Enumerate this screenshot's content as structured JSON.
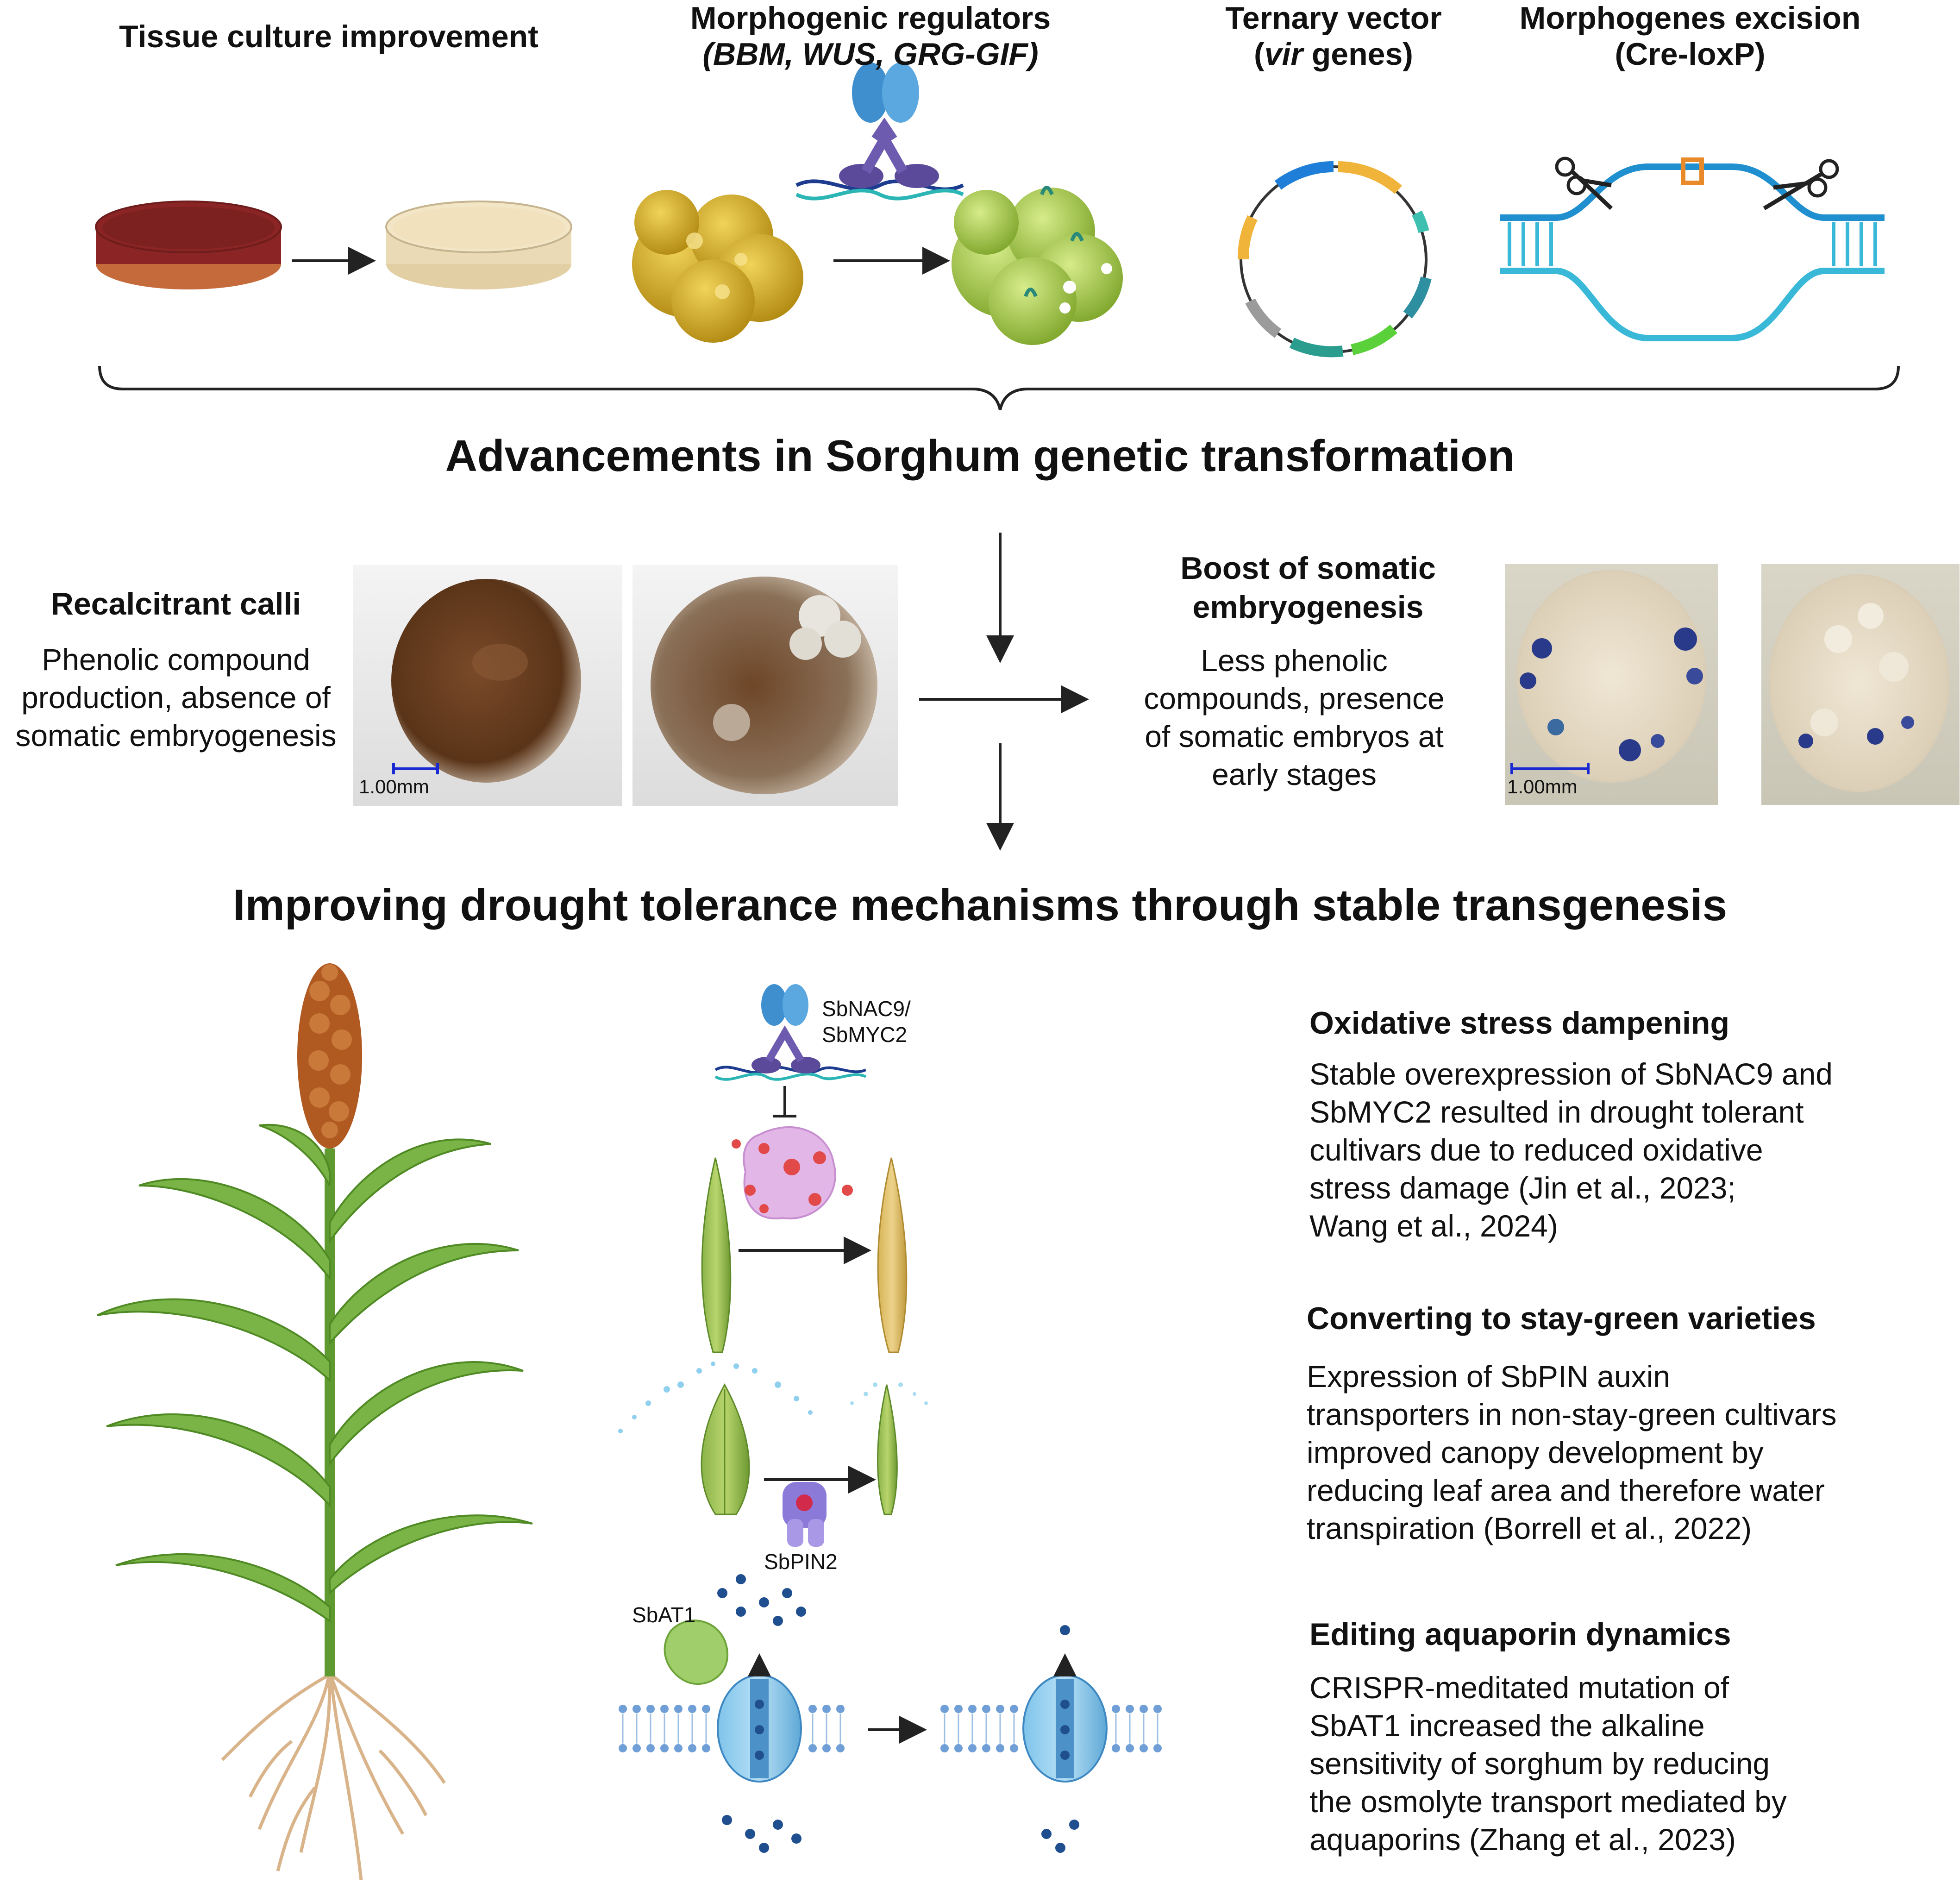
{
  "top_panel": {
    "tissue_culture_title": "Tissue culture improvement",
    "morphogenic_title_line1": "Morphogenic regulators",
    "morphogenic_title_line2": "(BBM, WUS, GRG-GIF)",
    "ternary_title_line1": "Ternary vector",
    "ternary_title_vir": "vir",
    "ternary_title_rest": " genes)",
    "excision_title_line1": "Morphogenes excision",
    "excision_title_line2": "(Cre-loxP)"
  },
  "heading_advancements": "Advancements in Sorghum genetic transformation",
  "recalcitrant": {
    "title": "Recalcitrant calli",
    "line1": "Phenolic compound",
    "line2": "production, absence of",
    "line3": "somatic embryogenesis",
    "scale_label": "1.00mm"
  },
  "boost": {
    "title_line1": "Boost of somatic",
    "title_line2": "embryogenesis",
    "line1": "Less phenolic",
    "line2": "compounds, presence",
    "line3": "of somatic embryos at",
    "line4": "early stages",
    "scale_label": "1.00mm"
  },
  "heading_drought": "Improving drought tolerance mechanisms through stable transgenesis",
  "labels": {
    "nac_line1": "SbNAC9/",
    "nac_line2": "SbMYC2",
    "pin": "SbPIN2",
    "at1": "SbAT1"
  },
  "oxidative": {
    "title": "Oxidative stress dampening",
    "lines": [
      "Stable overexpression of SbNAC9 and",
      "SbMYC2 resulted in drought tolerant",
      "cultivars due to reduced oxidative",
      "stress damage (Jin et al., 2023;",
      "Wang et al., 2024)"
    ]
  },
  "staygreen": {
    "title": "Converting to stay-green varieties",
    "lines": [
      "Expression of SbPIN auxin",
      "transporters in non-stay-green cultivars",
      "improved canopy development by",
      "reducing leaf area and therefore water",
      "transpiration (Borrell et al., 2022)"
    ]
  },
  "aquaporin": {
    "title": "Editing aquaporin dynamics",
    "lines": [
      "CRISPR-meditated mutation of",
      "SbAT1 increased the alkaline",
      "sensitivity of sorghum by reducing",
      "the osmolyte transport mediated by",
      "aquaporins (Zhang et al., 2023)"
    ]
  },
  "colors": {
    "dish_red": "#8b2525",
    "dish_cream": "#f0dfbe",
    "callus_yellow": "#c9a419",
    "callus_green": "#a6c74a",
    "dna_blue": "#2a9bd6",
    "plant_green": "#6aa33a",
    "sorghum_head": "#b05a22",
    "root": "#d9b48a",
    "membrane": "#5b8fc9"
  }
}
